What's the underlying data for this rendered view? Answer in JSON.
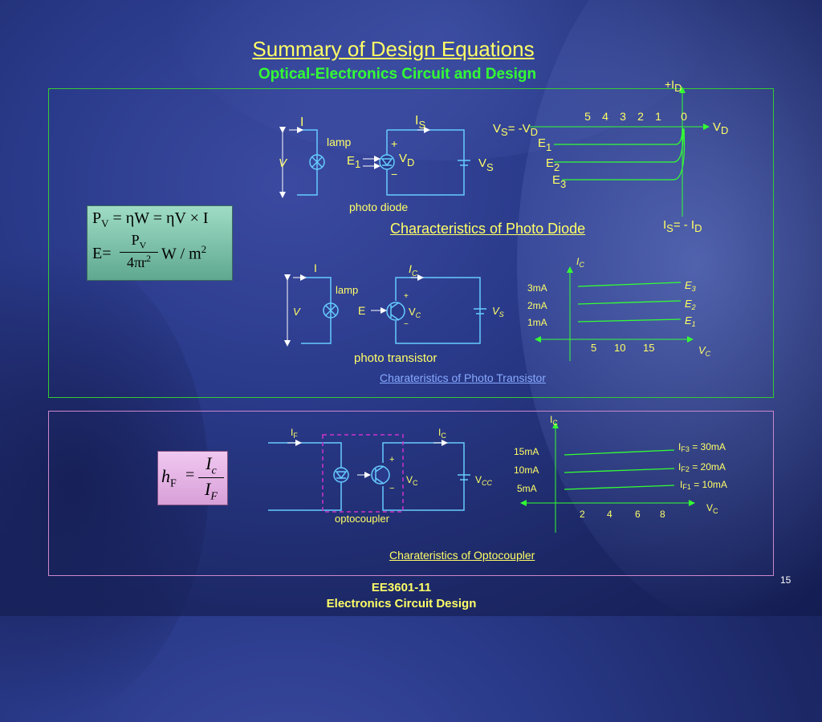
{
  "title": "Summary of Design Equations",
  "subtitle": "Optical-Electronics Circuit and Design",
  "photodiode": {
    "label_i": "I",
    "label_is": "I",
    "label_is_sub": "S",
    "label_v": "V",
    "label_lamp": "lamp",
    "label_e1": "E",
    "label_e1_sub": "1",
    "label_plus": "+",
    "label_vd": "V",
    "label_vd_sub": "D",
    "label_minus": "−",
    "label_vs": "V",
    "label_vs_sub": "S",
    "caption": "photo diode",
    "char_caption": "Characteristics of Photo Diode",
    "graph": {
      "y_top": "+I",
      "y_top_sub": "D",
      "x_ticks": [
        "5",
        "4",
        "3",
        "2",
        "1",
        "0"
      ],
      "x_axis": "V",
      "x_axis_sub": "D",
      "vs_eq": "V",
      "vs_eq_sub": "S",
      "vs_eq_mid": "= -V",
      "vs_eq_sub2": "D",
      "curves": [
        {
          "name": "E",
          "sub": "1"
        },
        {
          "name": "E",
          "sub": "2"
        },
        {
          "name": "E",
          "sub": "3"
        }
      ],
      "y_bottom": "I",
      "y_bottom_sub": "S",
      "y_bottom_mid": "= - I",
      "y_bottom_sub2": "D"
    }
  },
  "equations1": {
    "line1_p": "P",
    "line1_p_sub": "V",
    "line1_rest": "= ηW = ηV × I",
    "line2_e": "E=",
    "line2_num": "P",
    "line2_num_sub": "V",
    "line2_den": "4πr",
    "line2_den_sup": "2",
    "line2_unit": "W / m",
    "line2_unit_sup": "2"
  },
  "phototransistor": {
    "label_i": "I",
    "label_ic": "I",
    "label_ic_sub": "C",
    "label_lamp": "lamp",
    "label_v": "V",
    "label_e": "E",
    "label_vc": "V",
    "label_vc_sub": "C",
    "label_vs": "V",
    "label_vs_sub": "S",
    "label_plus": "+",
    "label_minus": "−",
    "caption": "photo transistor",
    "char_caption": "Charateristics of Photo Transistor",
    "graph": {
      "y_label": "I",
      "y_label_sub": "C",
      "y_ticks": [
        "3mA",
        "2mA",
        "1mA"
      ],
      "x_ticks": [
        "5",
        "10",
        "15"
      ],
      "x_label": "V",
      "x_label_sub": "C",
      "curves": [
        {
          "name": "E",
          "sub": "3"
        },
        {
          "name": "E",
          "sub": "2"
        },
        {
          "name": "E",
          "sub": "1"
        }
      ]
    }
  },
  "optocoupler": {
    "label_if": "I",
    "label_if_sub": "F",
    "label_ic": "I",
    "label_ic_sub": "C",
    "label_vc": "V",
    "label_vc_sub": "C",
    "label_vcc": "V",
    "label_vcc_sub": "CC",
    "label_plus": "+",
    "label_minus": "−",
    "caption": "optocoupler",
    "char_caption": "Charateristics of Optocoupler",
    "graph": {
      "y_label": "I",
      "y_label_sub": "C",
      "y_ticks": [
        "15mA",
        "10mA",
        "5mA"
      ],
      "x_ticks": [
        "2",
        "4",
        "6",
        "8"
      ],
      "x_label": "V",
      "x_label_sub": "C",
      "curves": [
        {
          "pre": "I",
          "sub": "F3",
          "val": " = 30mA"
        },
        {
          "pre": "I",
          "sub": "F2",
          "val": " = 20mA"
        },
        {
          "pre": "I",
          "sub": "F1",
          "val": " = 10mA"
        }
      ]
    }
  },
  "equations2": {
    "h": "h",
    "h_sub": "F",
    "eq": "=",
    "num": "I",
    "num_sub": "c",
    "den": "I",
    "den_sub": "F"
  },
  "footer": {
    "course": "EE3601-11",
    "name": "Electronics Circuit Design",
    "page": "15"
  },
  "colors": {
    "label": "#ffff66",
    "wire": "#66ccff",
    "curve": "#33ff33",
    "title_green": "#33ff33"
  }
}
